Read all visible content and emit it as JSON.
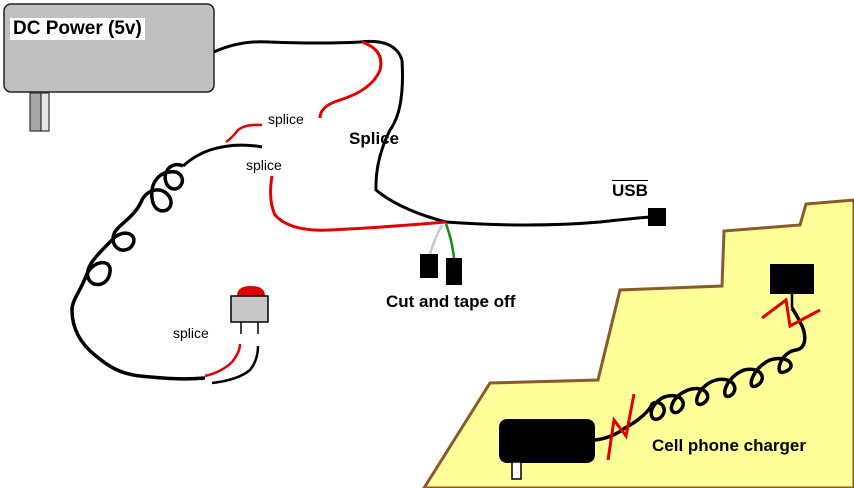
{
  "labels": {
    "dc_power": "DC Power (5v)",
    "splice_top": "splice",
    "splice_mid": "splice",
    "splice_main": "Splice",
    "splice_switch": "splice",
    "usb": "USB",
    "cut_tape": "Cut and tape off",
    "cell_charger": "Cell phone charger"
  },
  "colors": {
    "wire_black": "#000000",
    "wire_red": "#e00000",
    "wire_green": "#1a8a1a",
    "wire_white": "#c8c8c8",
    "adapter_gray": "#c0c0c0",
    "charger_panel": "#ffff99",
    "panel_border": "#8b5a2b",
    "switch_button": "#e00000"
  },
  "icons": [
    "power-adapter-icon",
    "push-switch-icon",
    "usb-plug-icon",
    "phone-plug-icon",
    "charger-block-icon"
  ]
}
